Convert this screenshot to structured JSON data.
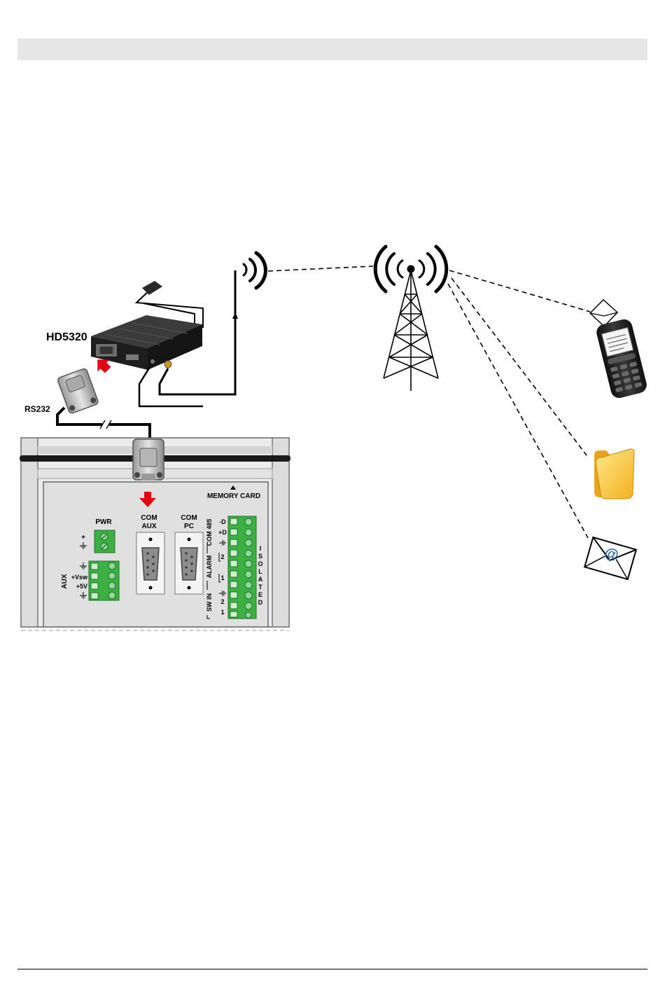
{
  "labels": {
    "device": "HD5320",
    "cable": "RS232",
    "memory_card": "MEMORY CARD",
    "pwr": "PWR",
    "plus": "+",
    "aux": "AUX",
    "vsw": "+Vsw",
    "v5": "+5V",
    "com_aux_1": "COM",
    "com_aux_2": "AUX",
    "com_pc_1": "COM",
    "com_pc_2": "PC",
    "com485": "COM 485",
    "minus_d": "-D",
    "plus_d": "+D",
    "alarm": "ALARM",
    "sw_in": "SW IN",
    "alarm_2": "2",
    "alarm_1": "1",
    "sw_2": "2",
    "sw_1": "1",
    "isolated": "ISOLATED",
    "at": "@"
  },
  "colors": {
    "accent_red": "#e3000f",
    "terminal_green": "#3cb043",
    "folder_yellow": "#f7c531",
    "header_gray": "#e6e6e6"
  }
}
